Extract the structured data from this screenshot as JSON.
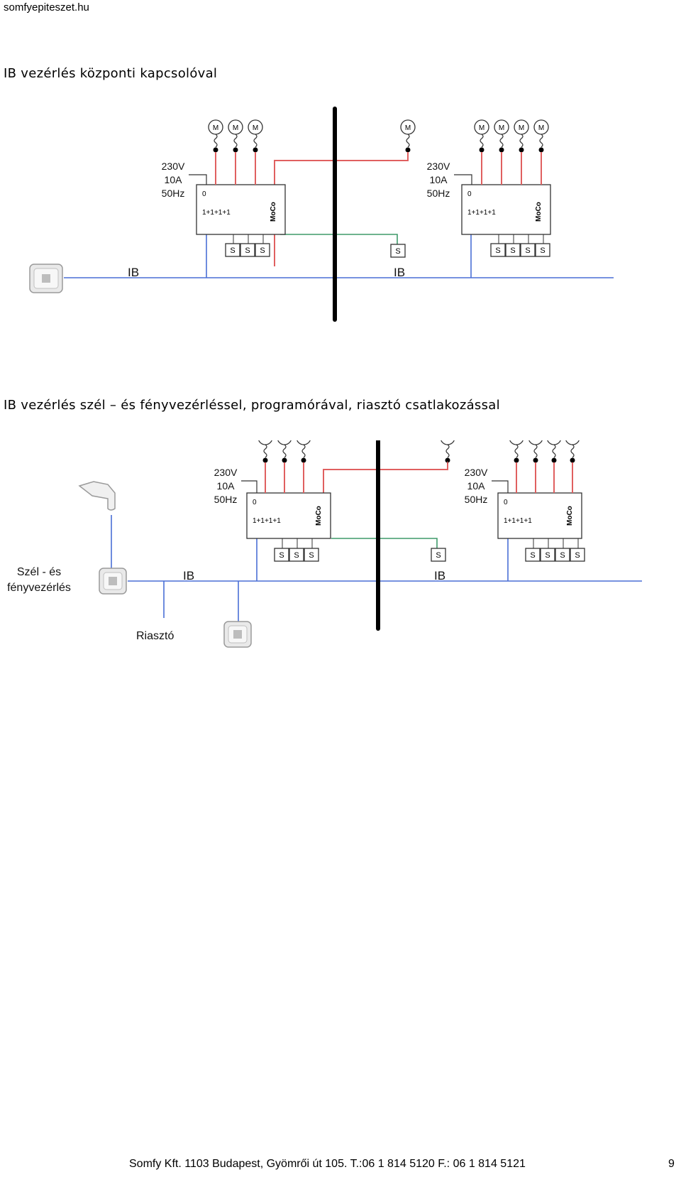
{
  "site": "somfyepiteszet.hu",
  "heading1": "IB vezérlés központi kapcsolóval",
  "heading2": "IB vezérlés szél – és fényvezérléssel, programórával, riasztó csatlakozással",
  "diagram": {
    "motor_label": "M",
    "switch_label": "S",
    "power_lines": [
      "230V",
      "10A",
      "50Hz"
    ],
    "moco_label": "MoCo",
    "zero_label": "0",
    "channels_label": "1+1+1+1",
    "bus_label": "IB",
    "wind_light_label_line1": "Szél - és",
    "wind_light_label_line2": "fényvezérlés",
    "alarm_label": "Riasztó"
  },
  "footer": "Somfy Kft. 1103 Budapest, Gyömrői út 105. T.:06 1 814 5120  F.: 06 1 814 5121",
  "page_number": "9"
}
